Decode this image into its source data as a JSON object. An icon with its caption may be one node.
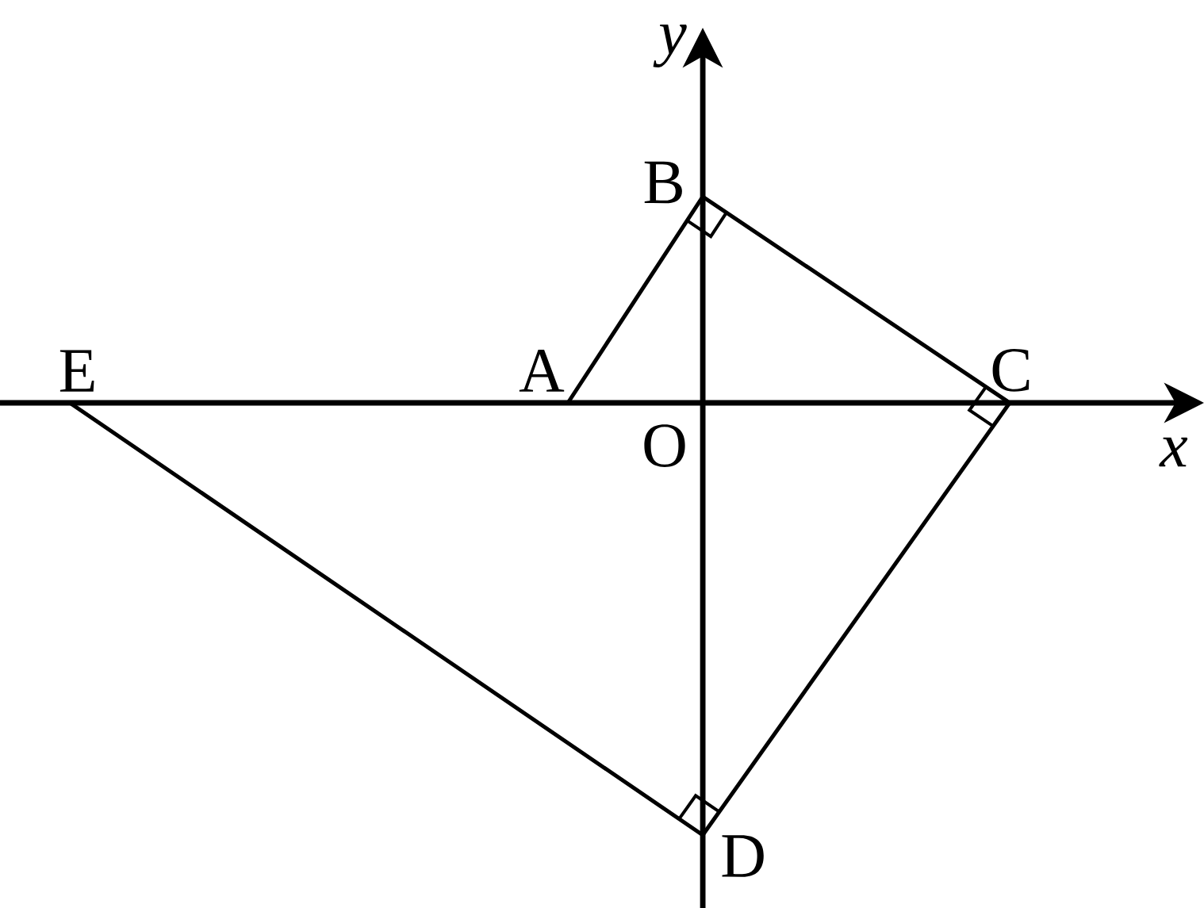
{
  "diagram": {
    "nodes": [
      {
        "text": [
          "A"
        ]
      },
      {
        "text": [
          "B"
        ]
      },
      {
        "text": [
          "C"
        ]
      },
      {
        "text": [
          "D"
        ]
      },
      {
        "text": [
          "E"
        ]
      }
    ],
    "edges": [
      {
        "from": 0,
        "to": 1,
        "arrow": "none"
      },
      {
        "from": 1,
        "to": 2,
        "arrow": "none"
      },
      {
        "from": 2,
        "to": 3,
        "arrow": "none"
      },
      {
        "from": 3,
        "to": 4,
        "arrow": "none"
      }
    ],
    "labels": [
      "y",
      "x",
      "O"
    ]
  }
}
